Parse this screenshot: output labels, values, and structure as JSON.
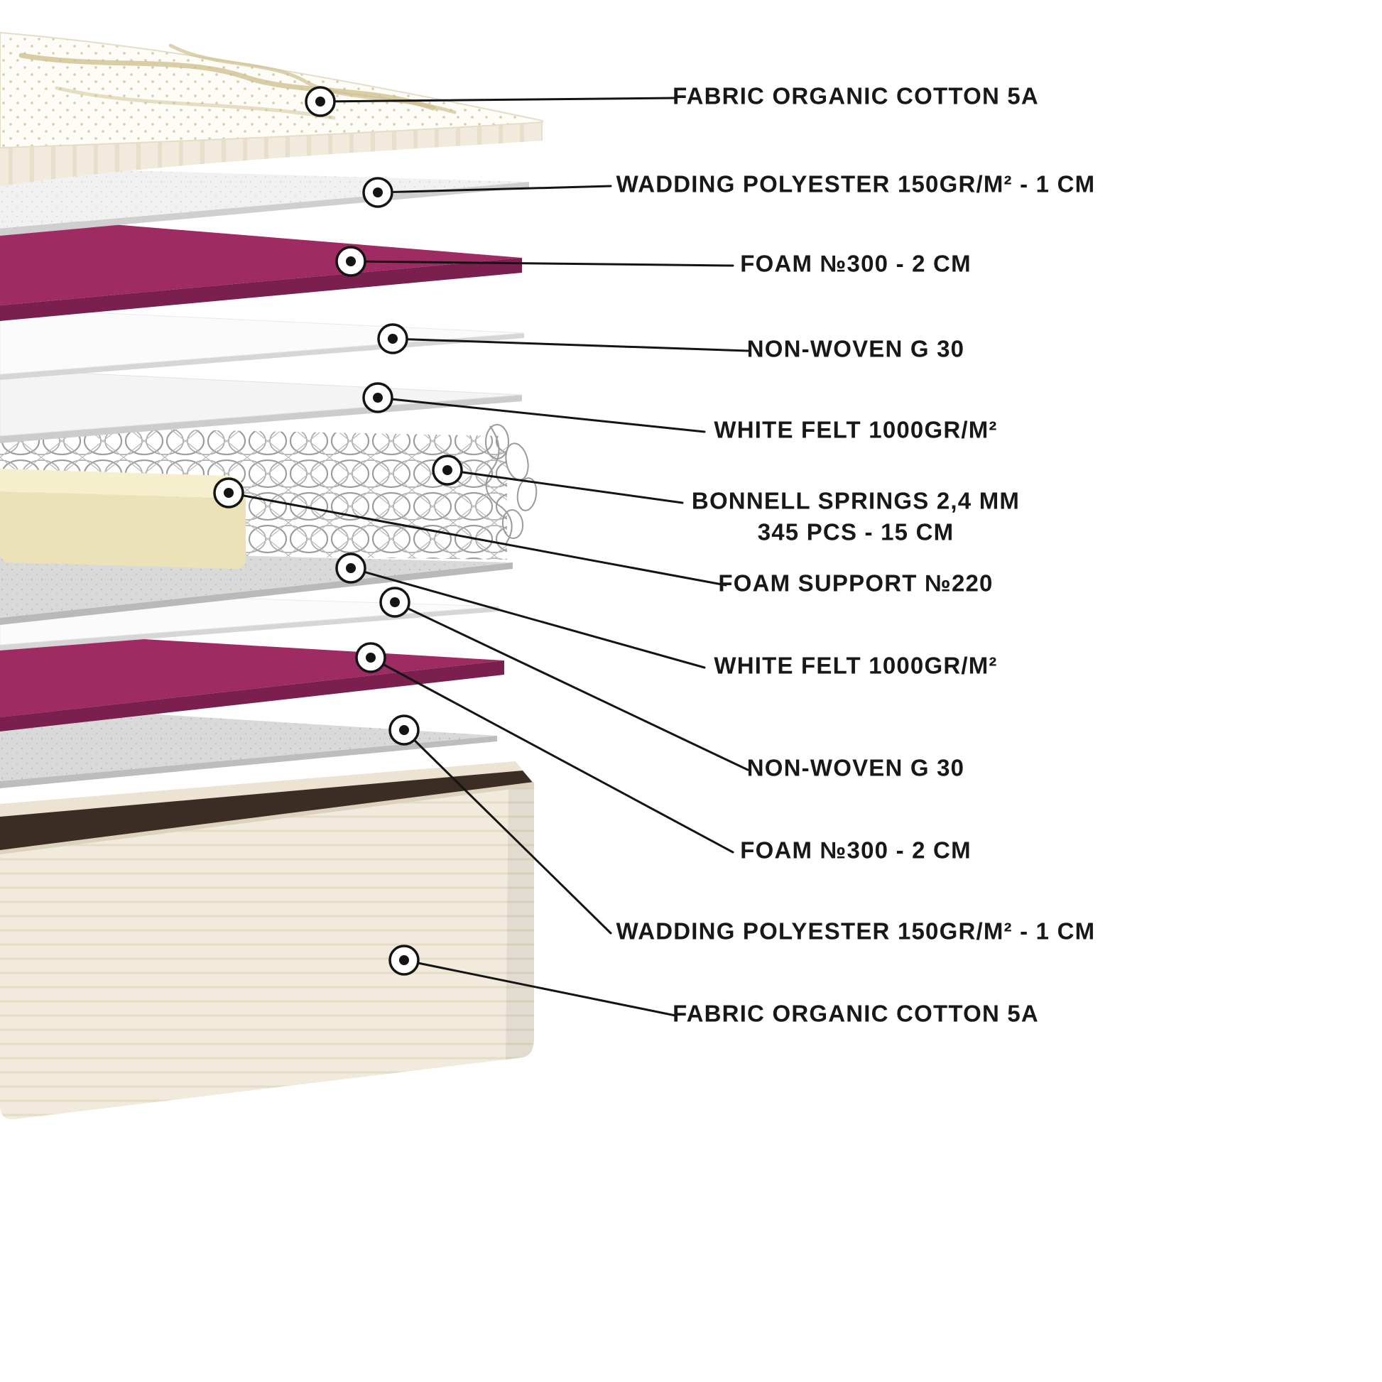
{
  "colors": {
    "bg": "#ffffff",
    "text_color": "#181818",
    "line_color": "#141414",
    "foam_magenta": "#9e2b61",
    "foam_magenta_edge": "#7a1f4e",
    "foam_support": "#f5efcd",
    "foam_support_front": "#ebe2b8",
    "fabric_cream": "#f1eadd",
    "fabric_cream_edge": "#e2d9c4",
    "box_interior": "#3b2d23",
    "felt_light": "#f4f4f4",
    "felt_gray": "#d8d8d8",
    "layer_white": "#fbfbfb",
    "layer_edge": "#d6d6d6",
    "spring_wire": "#9b9b9b",
    "quilt_gold": "#cfc090"
  },
  "diagram": {
    "type": "exploded-layer-diagram",
    "subject": "mattress cross-section layers",
    "callouts": [
      {
        "label": "FABRIC ORGANIC COTTON 5A"
      },
      {
        "label": "WADDING POLYESTER 150GR/M² - 1 CM"
      },
      {
        "label": "FOAM №300 - 2 CM"
      },
      {
        "label": "NON-WOVEN G 30"
      },
      {
        "label": "WHITE FELT 1000GR/M²"
      },
      {
        "label": "BONNELL SPRINGS 2,4 MM",
        "label2": "345 PCS - 15 CM"
      },
      {
        "label": "FOAM SUPPORT №220"
      },
      {
        "label": "WHITE FELT 1000GR/M²"
      },
      {
        "label": "NON-WOVEN G 30"
      },
      {
        "label": "FOAM №300 - 2 CM"
      },
      {
        "label": "WADDING POLYESTER 150GR/M² - 1 CM"
      },
      {
        "label": "FABRIC ORGANIC COTTON 5A"
      }
    ]
  }
}
